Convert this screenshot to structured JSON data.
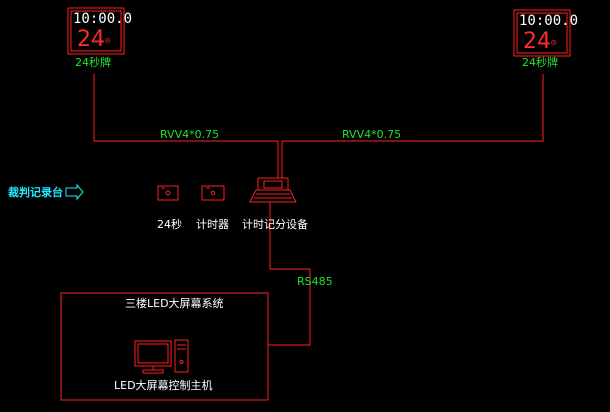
{
  "colors": {
    "background": "#000000",
    "line": "#ff2020",
    "label": "#22e030",
    "text": "#ffffff",
    "accent": "#22e6ff"
  },
  "shot_clock_left": {
    "time": "10:00.0",
    "seconds": "24",
    "caption": "24秒牌"
  },
  "shot_clock_right": {
    "time": "10:00.0",
    "seconds": "24",
    "caption": "24秒牌"
  },
  "cable_left": "RVV4*0.75",
  "cable_right": "RVV4*0.75",
  "referee_table": {
    "label": "裁判记录台",
    "arrow_icon": "right-arrow-icon"
  },
  "devices": {
    "shot_clock_controller": "24秒",
    "timer": "计时器",
    "scoring_device": "计时记分设备"
  },
  "link_label": "RS485",
  "led_system": {
    "title": "三楼LED大屏幕系统",
    "host_label": "LED大屏幕控制主机"
  }
}
